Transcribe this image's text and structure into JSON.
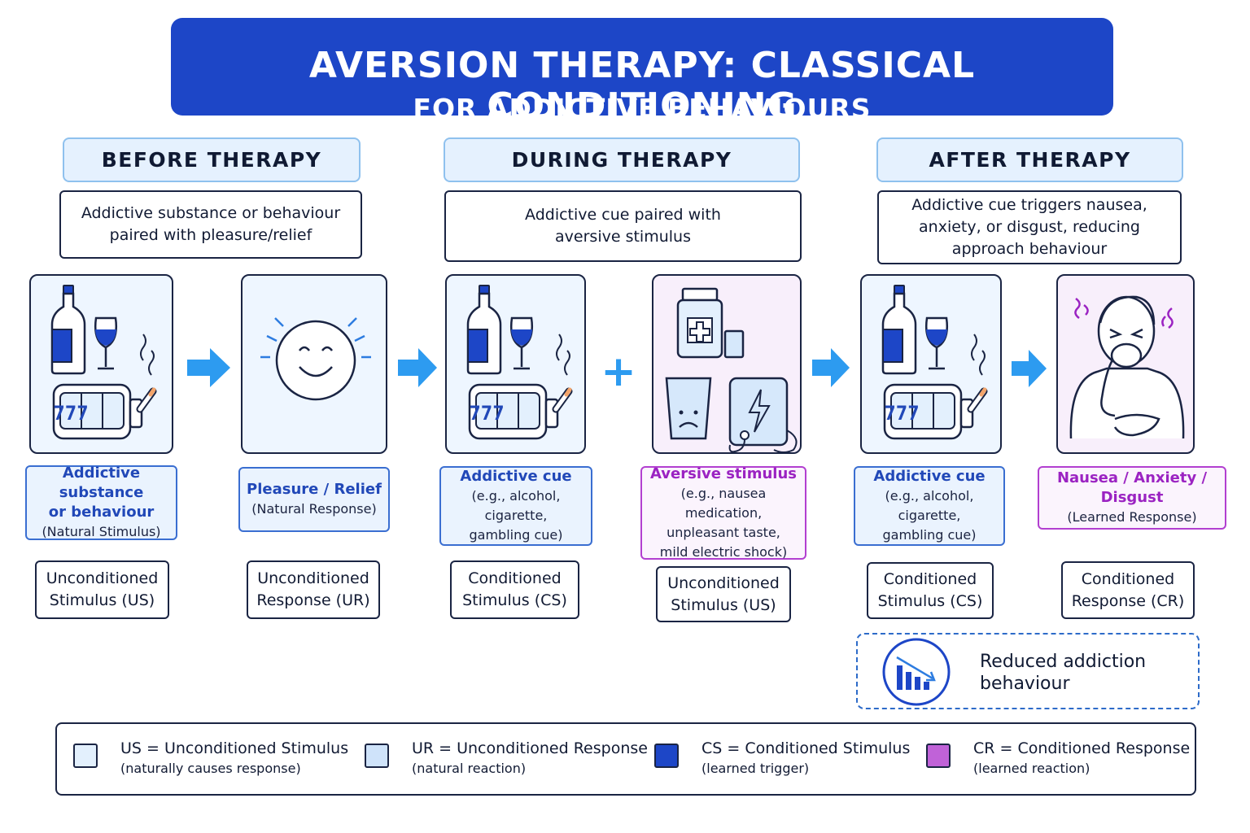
{
  "title": {
    "line1": "AVERSION THERAPY:  CLASSICAL CONDITIONING",
    "line2": "FOR ADDICTIVE BEHAVIOURS"
  },
  "phases": [
    {
      "header": "BEFORE THERAPY",
      "description": [
        "Addictive substance or behaviour",
        "paired with pleasure/relief"
      ],
      "items": [
        {
          "label": "Addictive substance",
          "label2": "or behaviour",
          "sub": [
            "(Natural Stimulus)"
          ],
          "term": [
            "Unconditioned",
            "Stimulus (US)"
          ]
        },
        {
          "label": "Pleasure / Relief",
          "label2": "",
          "sub": [
            "(Natural Response)"
          ],
          "term": [
            "Unconditioned",
            "Response (UR)"
          ]
        }
      ]
    },
    {
      "header": "DURING THERAPY",
      "description": [
        "Addictive cue paired with",
        "aversive stimulus"
      ],
      "items": [
        {
          "label": "Addictive cue",
          "label2": "",
          "sub": [
            "(e.g., alcohol, cigarette,",
            "gambling cue)"
          ],
          "term": [
            "Conditioned",
            "Stimulus (CS)"
          ]
        },
        {
          "label": "Aversive stimulus",
          "label2": "",
          "sub": [
            "(e.g., nausea medication,",
            "unpleasant taste,",
            "mild electric shock)"
          ],
          "term": [
            "Unconditioned",
            "Stimulus (US)"
          ]
        }
      ]
    },
    {
      "header": "AFTER THERAPY",
      "description": [
        "Addictive cue triggers  nausea,",
        "anxiety, or disgust, reducing",
        "approach behaviour"
      ],
      "items": [
        {
          "label": "Addictive cue",
          "label2": "",
          "sub": [
            "(e.g., alcohol, cigarette,",
            "gambling cue)"
          ],
          "term": [
            "Conditioned",
            "Stimulus (CS)"
          ]
        },
        {
          "label": "Nausea / Anxiety / Disgust",
          "label2": "",
          "sub": [
            "(Learned Response)"
          ],
          "term": [
            "Conditioned",
            "Response (CR)"
          ]
        }
      ]
    }
  ],
  "slot_display": "777",
  "plus_symbol": "+",
  "outcome": {
    "line1": "Reduced  addiction",
    "line2": "behaviour",
    "icon": "declining-bar-chart-icon"
  },
  "legend": [
    {
      "title": "US = Unconditioned Stimulus",
      "sub": "(naturally causes response)",
      "color": "#e3f0fd"
    },
    {
      "title": "UR = Unconditioned Response",
      "sub": "(natural reaction)",
      "color": "#cfe3fa"
    },
    {
      "title": "CS = Conditioned Stimulus",
      "sub": "(learned trigger)",
      "color": "#1d46c7"
    },
    {
      "title": "CR = Conditioned Response",
      "sub": "(learned reaction)",
      "color": "#c062d8"
    }
  ],
  "colors": {
    "primary": "#1d46c7",
    "accent_blue": "#2d9bf0",
    "purple": "#9b23c2",
    "card_bg": "#eef6ff"
  }
}
